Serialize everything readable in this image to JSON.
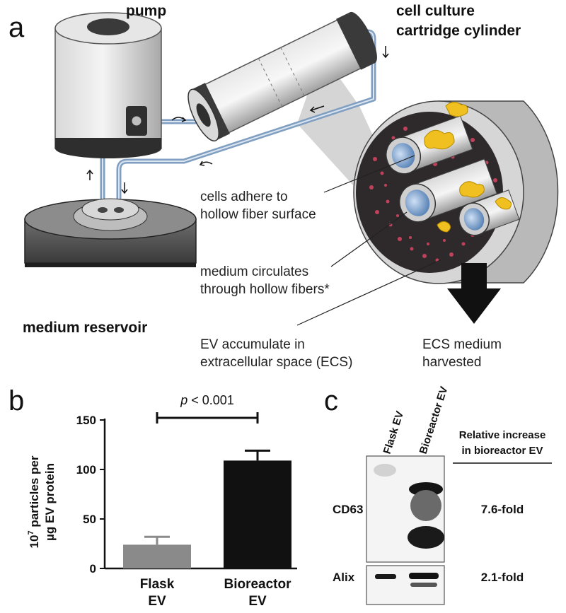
{
  "panels": {
    "a": "a",
    "b": "b",
    "c": "c"
  },
  "panel_a": {
    "pump_label": "pump",
    "cartridge_label": [
      "cell culture",
      "cartridge cylinder"
    ],
    "reservoir_label": "medium reservoir",
    "annotation_adhere": [
      "cells adhere to",
      "hollow fiber surface"
    ],
    "annotation_circulates": [
      "medium circulates",
      "through hollow fibers*"
    ],
    "annotation_ev": [
      "EV accumulate in",
      "extracellular space (ECS)"
    ],
    "annotation_harvest": [
      "ECS medium",
      "harvested"
    ]
  },
  "chart_data": {
    "type": "bar",
    "categories": [
      [
        "Flask",
        "EV"
      ],
      [
        "Bioreactor",
        "EV"
      ]
    ],
    "values": [
      24,
      109
    ],
    "error": [
      8,
      10
    ],
    "colors": [
      "#8a8a8a",
      "#111111"
    ],
    "ylabel": [
      "10",
      "7",
      " particles per",
      "µg EV protein"
    ],
    "ylim": [
      0,
      150
    ],
    "yticks": [
      0,
      50,
      100,
      150
    ],
    "significance": {
      "p_italic": "p",
      "text": " < 0.001"
    }
  },
  "panel_c": {
    "lanes": [
      "Flask EV",
      "Bioreactor EV"
    ],
    "header": [
      "Relative increase",
      "in bioreactor EV"
    ],
    "rows": [
      {
        "marker": "CD63",
        "fold": "7.6-fold"
      },
      {
        "marker": "Alix",
        "fold": "2.1-fold"
      }
    ]
  }
}
